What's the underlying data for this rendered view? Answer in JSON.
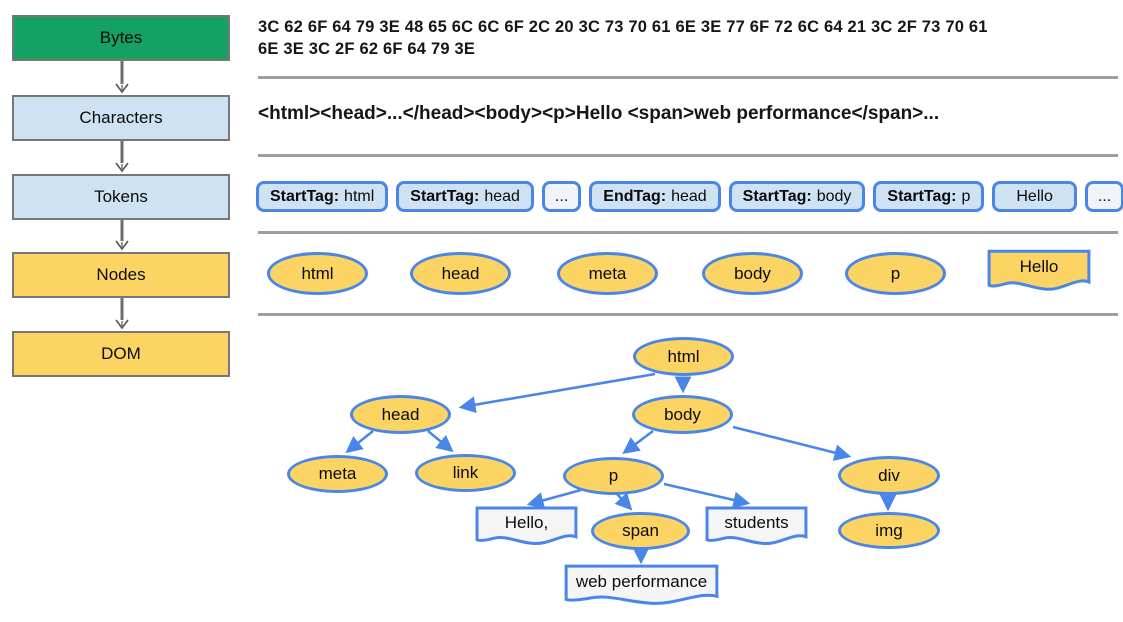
{
  "colors": {
    "bytes_box_fill": "#16A164",
    "characters_tokens_box_fill": "#CFE2F3",
    "nodes_dom_box_fill": "#FCD464",
    "token_chip_fill": "#CFE2F3",
    "token_ellipsis_fill": "#F0F3F8",
    "node_ellipse_fill": "#FCD464",
    "text_node_fill": "#F5F5F5",
    "shape_border_blue": "#4A86E8",
    "box_border_gray": "#777777",
    "separator_gray": "#9E9E9E",
    "connector_arrow_gray": "#666666"
  },
  "pipeline": {
    "stages": [
      {
        "label": "Bytes"
      },
      {
        "label": "Characters"
      },
      {
        "label": "Tokens"
      },
      {
        "label": "Nodes"
      },
      {
        "label": "DOM"
      }
    ]
  },
  "bytes": {
    "line1": "3C 62 6F 64 79 3E 48 65 6C 6C 6F 2C 20 3C 73 70 61 6E 3E 77 6F 72 6C 64 21 3C 2F 73 70 61",
    "line2": "6E 3E 3C 2F 62 6F 64 79 3E"
  },
  "characters": {
    "text": "<html><head>...</head><body><p>Hello <span>web performance</span>..."
  },
  "tokens": {
    "items": [
      {
        "prefix": "StartTag:",
        "value": "html",
        "variant": "tag"
      },
      {
        "prefix": "StartTag:",
        "value": "head",
        "variant": "tag"
      },
      {
        "prefix": "",
        "value": "...",
        "variant": "ellipsis"
      },
      {
        "prefix": "EndTag:",
        "value": "head",
        "variant": "tag"
      },
      {
        "prefix": "StartTag:",
        "value": "body",
        "variant": "tag"
      },
      {
        "prefix": "StartTag:",
        "value": "p",
        "variant": "tag"
      },
      {
        "prefix": "",
        "value": "Hello",
        "variant": "text"
      },
      {
        "prefix": "",
        "value": "...",
        "variant": "ellipsis"
      }
    ]
  },
  "nodes_row": {
    "items": [
      {
        "label": "html",
        "shape": "ellipse"
      },
      {
        "label": "head",
        "shape": "ellipse"
      },
      {
        "label": "meta",
        "shape": "ellipse"
      },
      {
        "label": "body",
        "shape": "ellipse"
      },
      {
        "label": "p",
        "shape": "ellipse"
      },
      {
        "label": "Hello",
        "shape": "flag"
      }
    ]
  },
  "dom_tree": {
    "nodes": [
      {
        "id": "html",
        "label": "html",
        "shape": "ellipse"
      },
      {
        "id": "head",
        "label": "head",
        "shape": "ellipse"
      },
      {
        "id": "body",
        "label": "body",
        "shape": "ellipse"
      },
      {
        "id": "meta",
        "label": "meta",
        "shape": "ellipse"
      },
      {
        "id": "link",
        "label": "link",
        "shape": "ellipse"
      },
      {
        "id": "p",
        "label": "p",
        "shape": "ellipse"
      },
      {
        "id": "div",
        "label": "div",
        "shape": "ellipse"
      },
      {
        "id": "hello",
        "label": "Hello,",
        "shape": "flag"
      },
      {
        "id": "span",
        "label": "span",
        "shape": "ellipse"
      },
      {
        "id": "students",
        "label": "students",
        "shape": "flag"
      },
      {
        "id": "img",
        "label": "img",
        "shape": "ellipse"
      },
      {
        "id": "webperf",
        "label": "web performance",
        "shape": "flag"
      }
    ],
    "edges": [
      {
        "from": "html",
        "to": "head"
      },
      {
        "from": "html",
        "to": "body"
      },
      {
        "from": "head",
        "to": "meta"
      },
      {
        "from": "head",
        "to": "link"
      },
      {
        "from": "body",
        "to": "p"
      },
      {
        "from": "body",
        "to": "div"
      },
      {
        "from": "p",
        "to": "hello"
      },
      {
        "from": "p",
        "to": "span"
      },
      {
        "from": "p",
        "to": "students"
      },
      {
        "from": "span",
        "to": "webperf"
      },
      {
        "from": "div",
        "to": "img"
      }
    ]
  }
}
